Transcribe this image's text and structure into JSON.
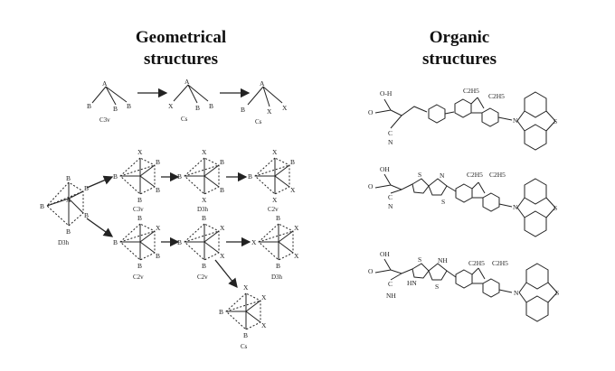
{
  "headers": {
    "left": "Geometrical\nstructures",
    "right": "Organic\nstructures"
  },
  "atoms": {
    "a": "A",
    "b": "B",
    "x": "X"
  },
  "point_groups": {
    "c3v": "C3v",
    "cs": "Cs",
    "d3h": "D3h",
    "c2v": "C2v"
  },
  "groups": {
    "o_h": "O-H",
    "oh": "OH",
    "o": "O",
    "c": "C",
    "n": "N",
    "s": "S",
    "nh": "NH",
    "hn": "HN",
    "ethyl": "C2H5"
  }
}
